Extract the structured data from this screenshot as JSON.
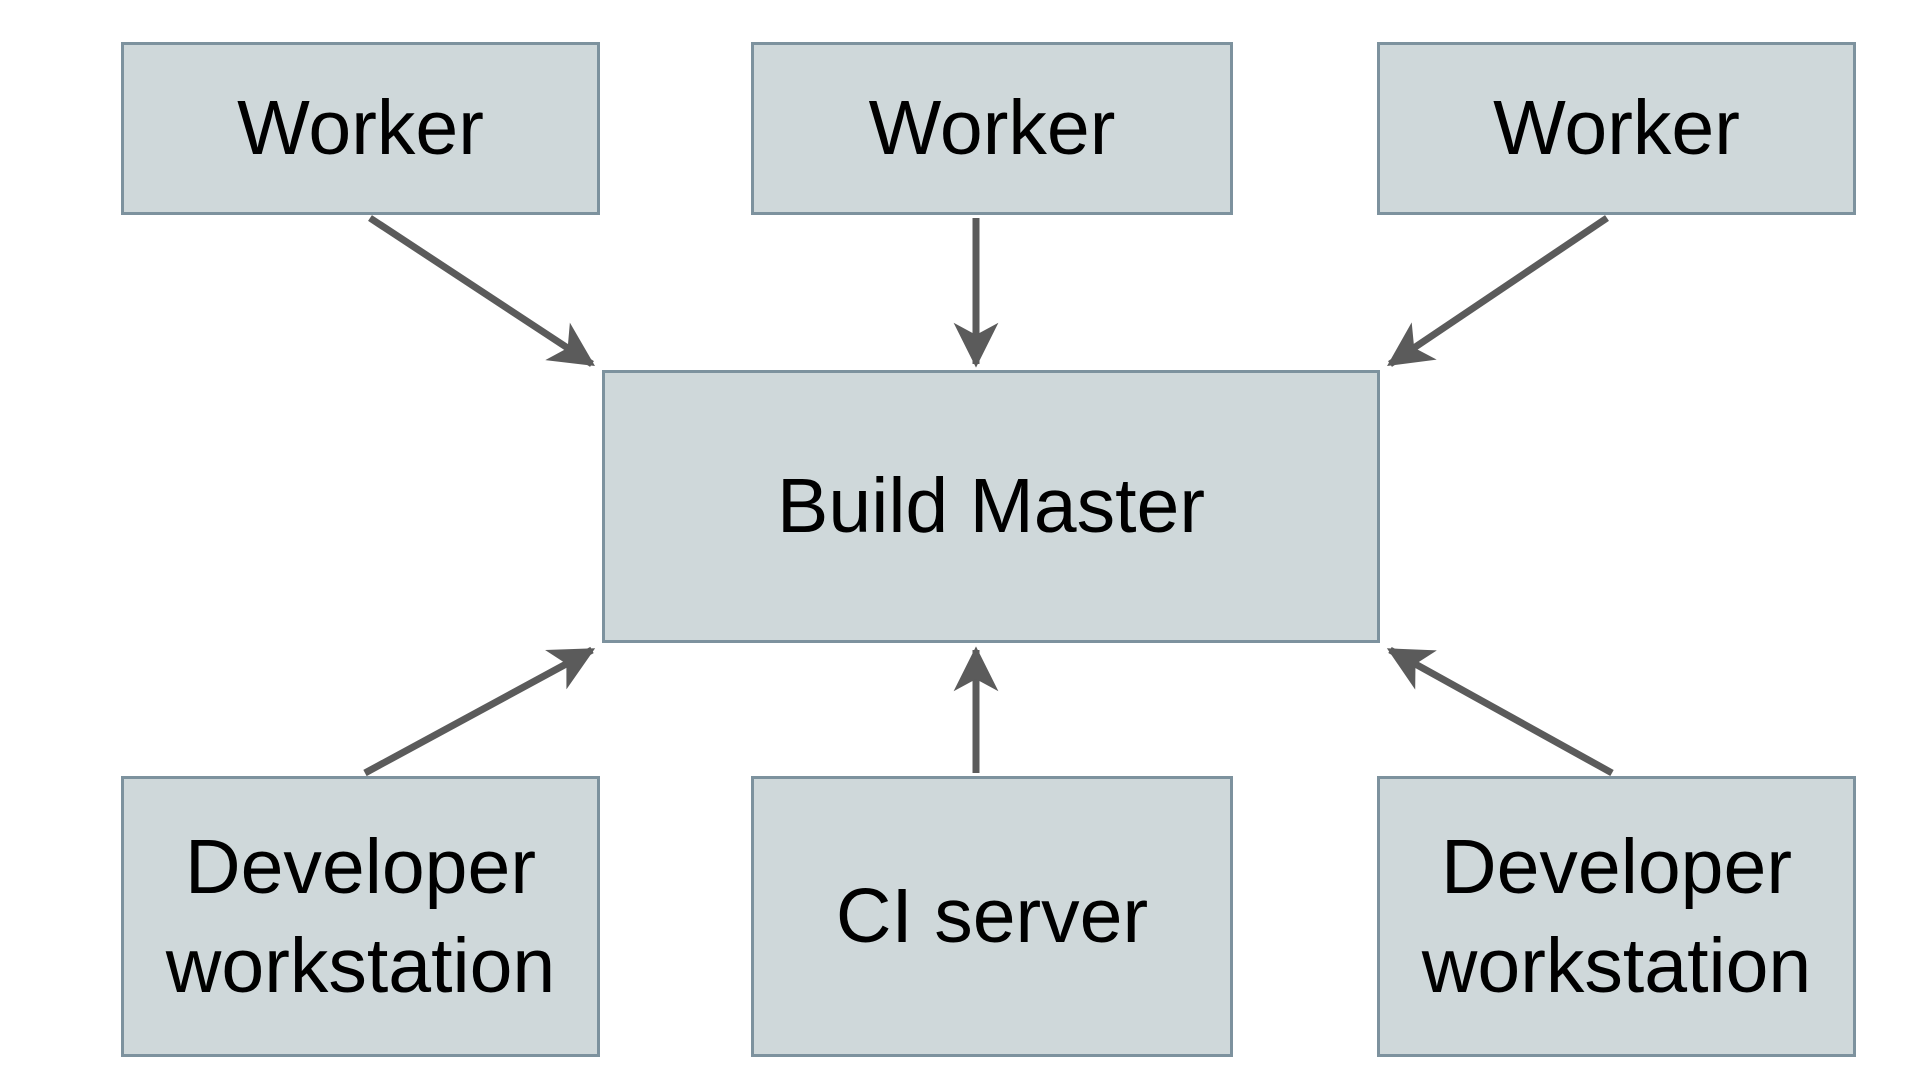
{
  "diagram": {
    "type": "architecture-flow",
    "background_color": "#ffffff",
    "node_fill_color": "#cfd8da",
    "node_border_color": "#7d929e",
    "arrow_color": "#5b5b5b",
    "text_color": "#000000",
    "nodes": {
      "worker_left": "Worker",
      "worker_middle": "Worker",
      "worker_right": "Worker",
      "build_master": "Build Master",
      "developer_workstation_left": "Developer workstation",
      "ci_server": "CI server",
      "developer_workstation_right": "Developer workstation"
    },
    "edges": [
      {
        "from": "worker_left",
        "to": "build_master"
      },
      {
        "from": "worker_middle",
        "to": "build_master"
      },
      {
        "from": "worker_right",
        "to": "build_master"
      },
      {
        "from": "developer_workstation_left",
        "to": "build_master"
      },
      {
        "from": "ci_server",
        "to": "build_master"
      },
      {
        "from": "developer_workstation_right",
        "to": "build_master"
      }
    ]
  }
}
